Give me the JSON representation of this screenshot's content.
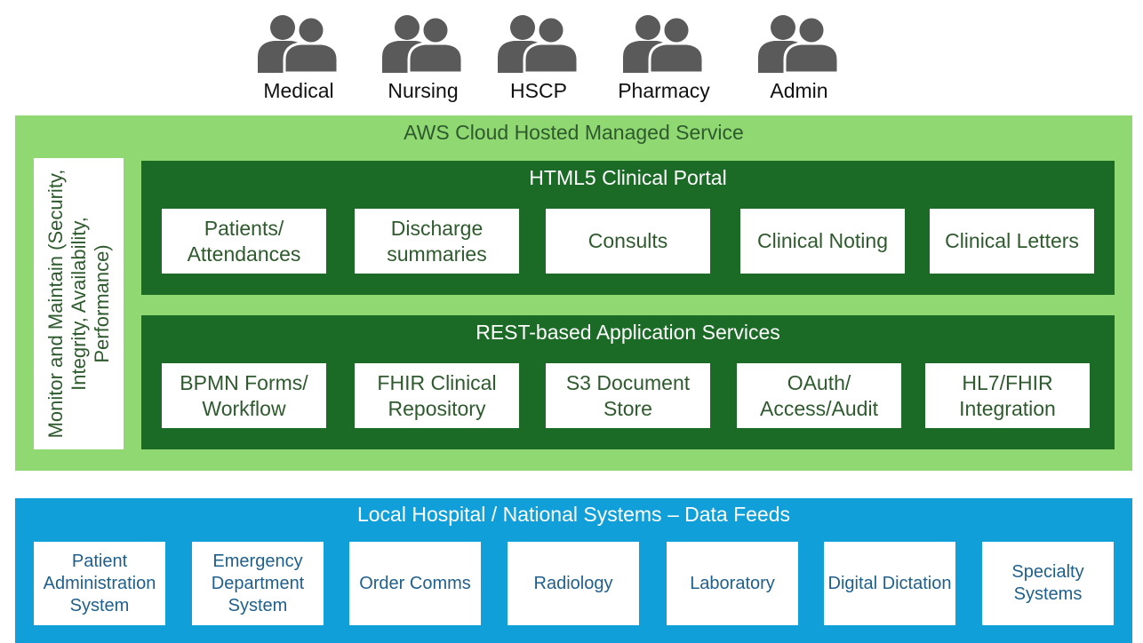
{
  "users": [
    {
      "label": "Medical",
      "icon": "users-icon"
    },
    {
      "label": "Nursing",
      "icon": "users-icon"
    },
    {
      "label": "HSCP",
      "icon": "users-icon"
    },
    {
      "label": "Pharmacy",
      "icon": "users-icon"
    },
    {
      "label": "Admin",
      "icon": "users-icon"
    }
  ],
  "aws": {
    "title": "AWS Cloud Hosted Managed Service",
    "monitor": "Monitor and Maintain (Security, Integrity, Availability, Performance)",
    "portal": {
      "title": "HTML5 Clinical Portal",
      "boxes": [
        "Patients/ Attendances",
        "Discharge summaries",
        "Consults",
        "Clinical Noting",
        "Clinical Letters"
      ]
    },
    "rest": {
      "title": "REST-based Application Services",
      "boxes": [
        "BPMN Forms/ Workflow",
        "FHIR Clinical Repository",
        "S3 Document Store",
        "OAuth/ Access/Audit",
        "HL7/FHIR Integration"
      ]
    }
  },
  "feeds": {
    "title": "Local Hospital / National Systems – Data Feeds",
    "boxes": [
      "Patient Administration System",
      "Emergency Department System",
      "Order Comms",
      "Radiology",
      "Laboratory",
      "Digital Dictation",
      "Specialty Systems"
    ]
  },
  "colors": {
    "icon": "#5a5a5a",
    "aws_bg": "#8fd872",
    "dark_green": "#1b6b27",
    "blue": "#109fd8"
  }
}
